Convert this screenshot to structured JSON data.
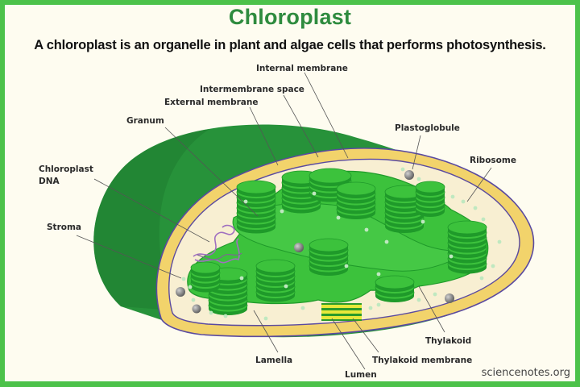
{
  "header": {
    "title": "Chloroplast",
    "subtitle": "A chloroplast is an organelle in plant and algae cells that performs photosynthesis."
  },
  "labels": {
    "internal_membrane": "Internal membrane",
    "intermembrane_space": "Intermembrane space",
    "external_membrane": "External membrane",
    "granum": "Granum",
    "chloroplast_dna_line1": "Chloroplast",
    "chloroplast_dna_line2": "DNA",
    "stroma": "Stroma",
    "plastoglobule": "Plastoglobule",
    "ribosome": "Ribosome",
    "thylakoid": "Thylakoid",
    "thylakoid_membrane": "Thylakoid membrane",
    "lamella": "Lamella",
    "lumen": "Lumen"
  },
  "credit": "sciencenotes.org",
  "colors": {
    "frame": "#4cc24a",
    "background": "#fefcf0",
    "title": "#2e8b3e",
    "outer_shell": "#27923a",
    "intermembrane": "#f2d36b",
    "stroma": "#f8efd2",
    "thylakoid": "#3cc23c",
    "thylakoid_dark": "#1f9a2a",
    "lumen": "#e6e83a",
    "dna": "#a070c0",
    "plastoglobule": "#8a8a8a"
  }
}
